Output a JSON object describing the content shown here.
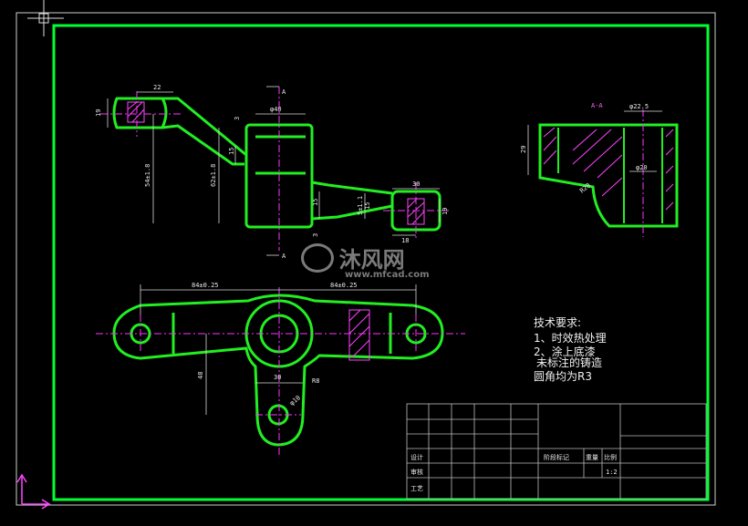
{
  "section_label": "A-A",
  "section_marks": [
    "A",
    "A"
  ],
  "colors": {
    "background": "#000000",
    "frame": "#00ff33",
    "outline": "#22ee22",
    "centerline": "#ff33ff",
    "hatch": "#ff44ff",
    "dimension": "#e0e0e0",
    "cursor": "#ff44ff"
  },
  "dimensions": {
    "top_view": [
      "22",
      "19",
      "φ40",
      "3",
      "15",
      "54±1.8",
      "62±1.8",
      "30",
      "15",
      "5±1.1",
      "15",
      "19",
      "18",
      "3"
    ],
    "section_view": [
      "φ22.5",
      "29",
      "φ20",
      "R20"
    ],
    "plan_view": [
      "84±0.25",
      "84±0.25",
      "48",
      "30",
      "φ10",
      "R8"
    ]
  },
  "notes": {
    "title": "技术要求:",
    "items": [
      "1、时效热处理",
      "2、涂上底漆",
      "未标注的铸造",
      "圆角均为R3"
    ]
  },
  "title_block": {
    "labels": [
      "阶段标记",
      "重量",
      "比例"
    ],
    "scale": "1:2",
    "rows": [
      "设计",
      "审核",
      "工艺"
    ]
  },
  "watermark": {
    "brand": "沐风网",
    "url": "www.mfcad.com"
  }
}
